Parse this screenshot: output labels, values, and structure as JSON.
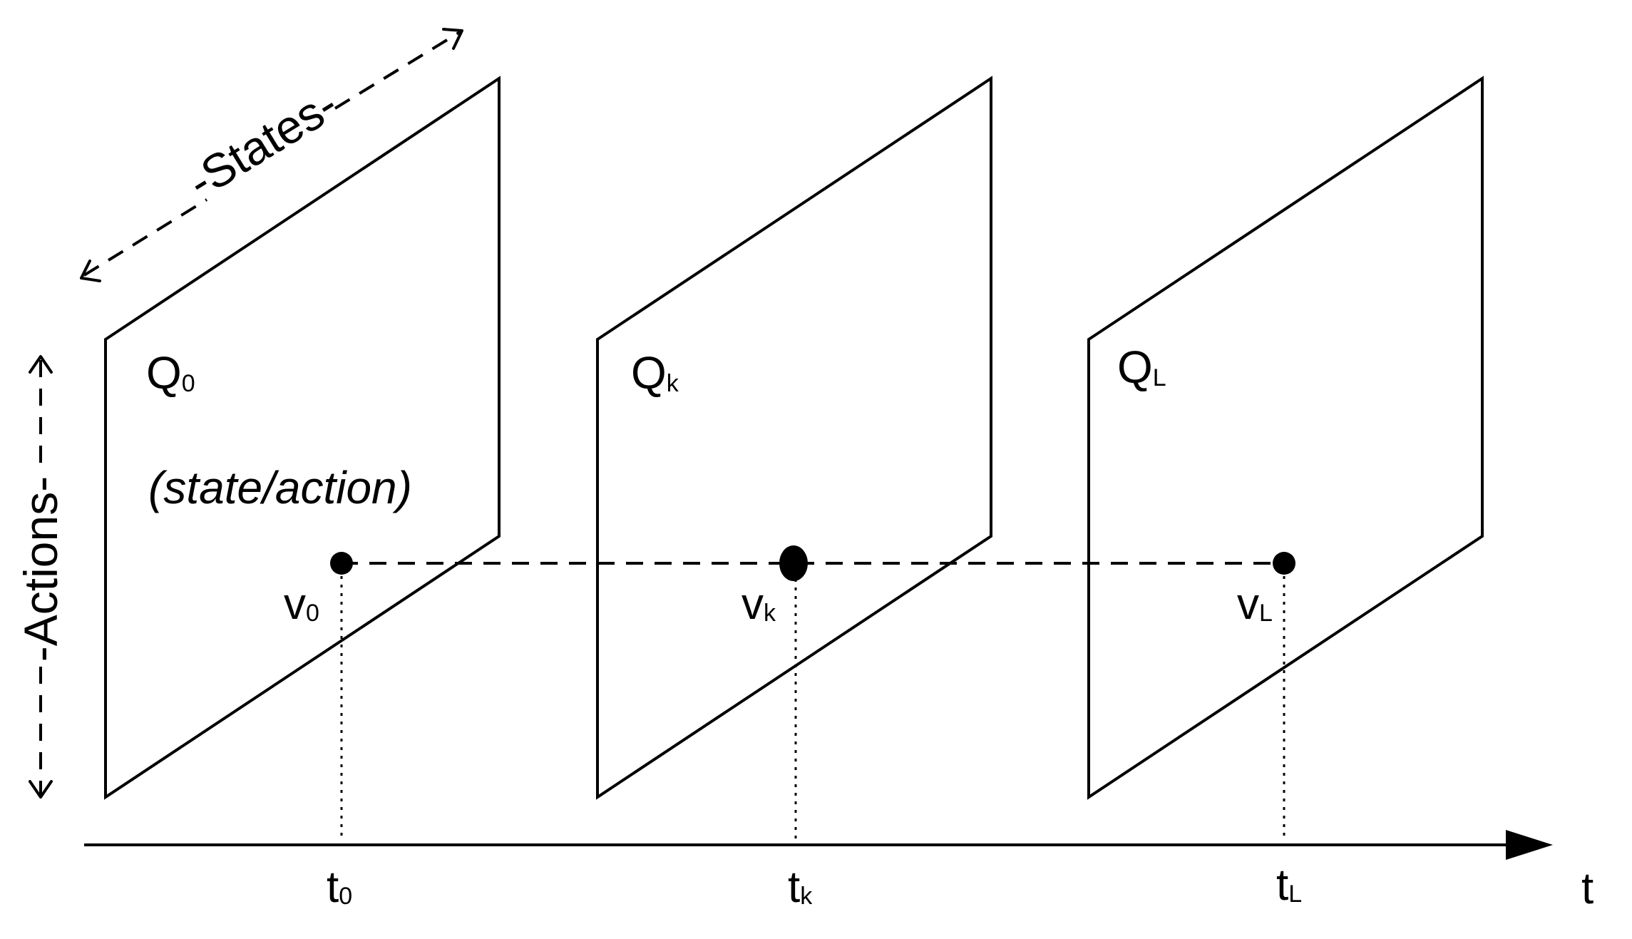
{
  "labels": {
    "states": "-States-",
    "actions": "-Actions-",
    "state_action": "(state/action)",
    "time_axis": "t"
  },
  "panels": [
    {
      "q_main": "Q",
      "q_sub": "0",
      "v_main": "v",
      "v_sub": "0",
      "t_main": "t",
      "t_sub": "0"
    },
    {
      "q_main": "Q",
      "q_sub": "k",
      "v_main": "v",
      "v_sub": "k",
      "t_main": "t",
      "t_sub": "k"
    },
    {
      "q_main": "Q",
      "q_sub": "L",
      "v_main": "v",
      "v_sub": "L",
      "t_main": "t",
      "t_sub": "L"
    }
  ]
}
